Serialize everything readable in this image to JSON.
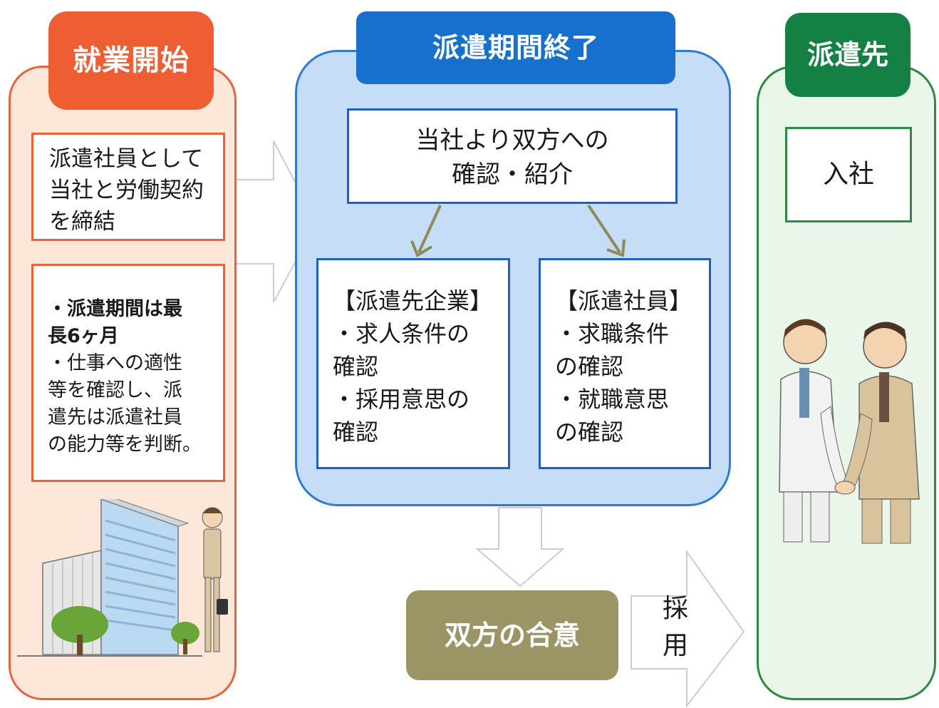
{
  "left": {
    "title": "就業開始",
    "box1": "派遣社員として当社と労働契約を締結",
    "box2": {
      "bold": "・派遣期間は最\n長6ヶ月",
      "normal": "・仕事への適性\n等を確認し、派\n遣先は派遣社員\nの能力等を判断。"
    }
  },
  "middle": {
    "title": "派遣期間終了",
    "top_box_line1": "当社より双方への",
    "top_box_line2": "確認・紹介",
    "card_left": "【派遣先企業】\n・求人条件の\n確認\n・採用意思の\n確認",
    "card_right": "【派遣社員】\n・求職条件\nの確認\n・就職意思\nの確認"
  },
  "bottom": {
    "agreement": "双方の合意",
    "arrow_label_1": "採",
    "arrow_label_2": "用"
  },
  "right": {
    "title": "派遣先",
    "box": "入社"
  },
  "colors": {
    "orange": "#ef5d33",
    "blue": "#1771cc",
    "green": "#148043",
    "olive": "#9b9465"
  }
}
